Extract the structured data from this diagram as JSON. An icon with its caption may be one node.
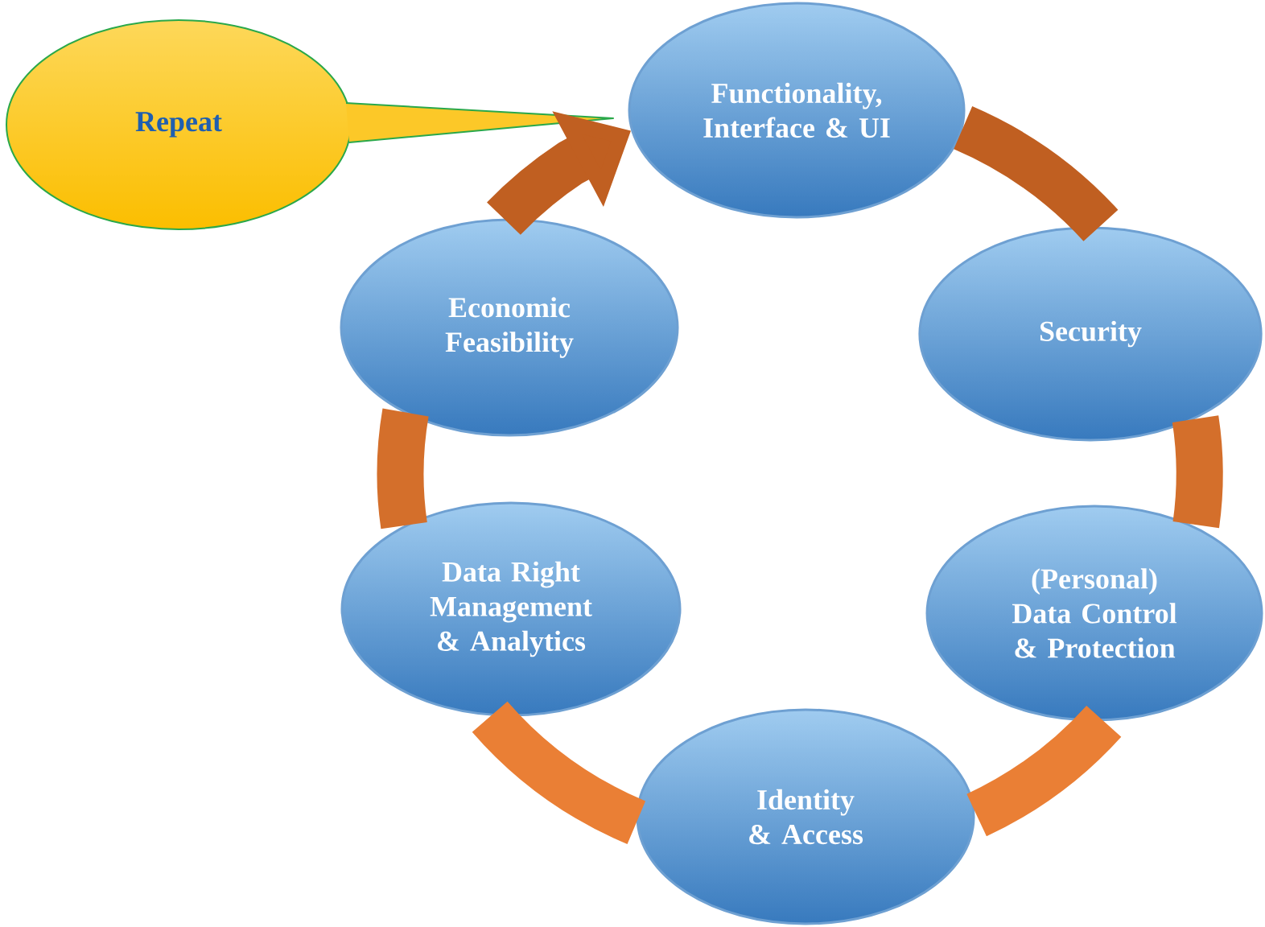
{
  "diagram": {
    "nodes": [
      {
        "text": [
          "Repeat"
        ]
      },
      {
        "text": [
          "Functionality, Interface & UI"
        ]
      },
      {
        "text": [
          "Security"
        ]
      },
      {
        "text": [
          "(Personal) Data Control & Protection"
        ]
      },
      {
        "text": [
          "Identity & Access"
        ]
      },
      {
        "text": [
          "Data Right Management & Analytics"
        ]
      },
      {
        "text": [
          "Economic Feasibility"
        ]
      }
    ],
    "edges": [
      {
        "from": 1,
        "to": 2,
        "arrow": "none"
      },
      {
        "from": 2,
        "to": 3,
        "arrow": "none"
      },
      {
        "from": 3,
        "to": 4,
        "arrow": "none"
      },
      {
        "from": 4,
        "to": 5,
        "arrow": "none"
      },
      {
        "from": 5,
        "to": 6,
        "arrow": "none"
      },
      {
        "from": 6,
        "to": 1,
        "arrow": "to"
      }
    ]
  }
}
